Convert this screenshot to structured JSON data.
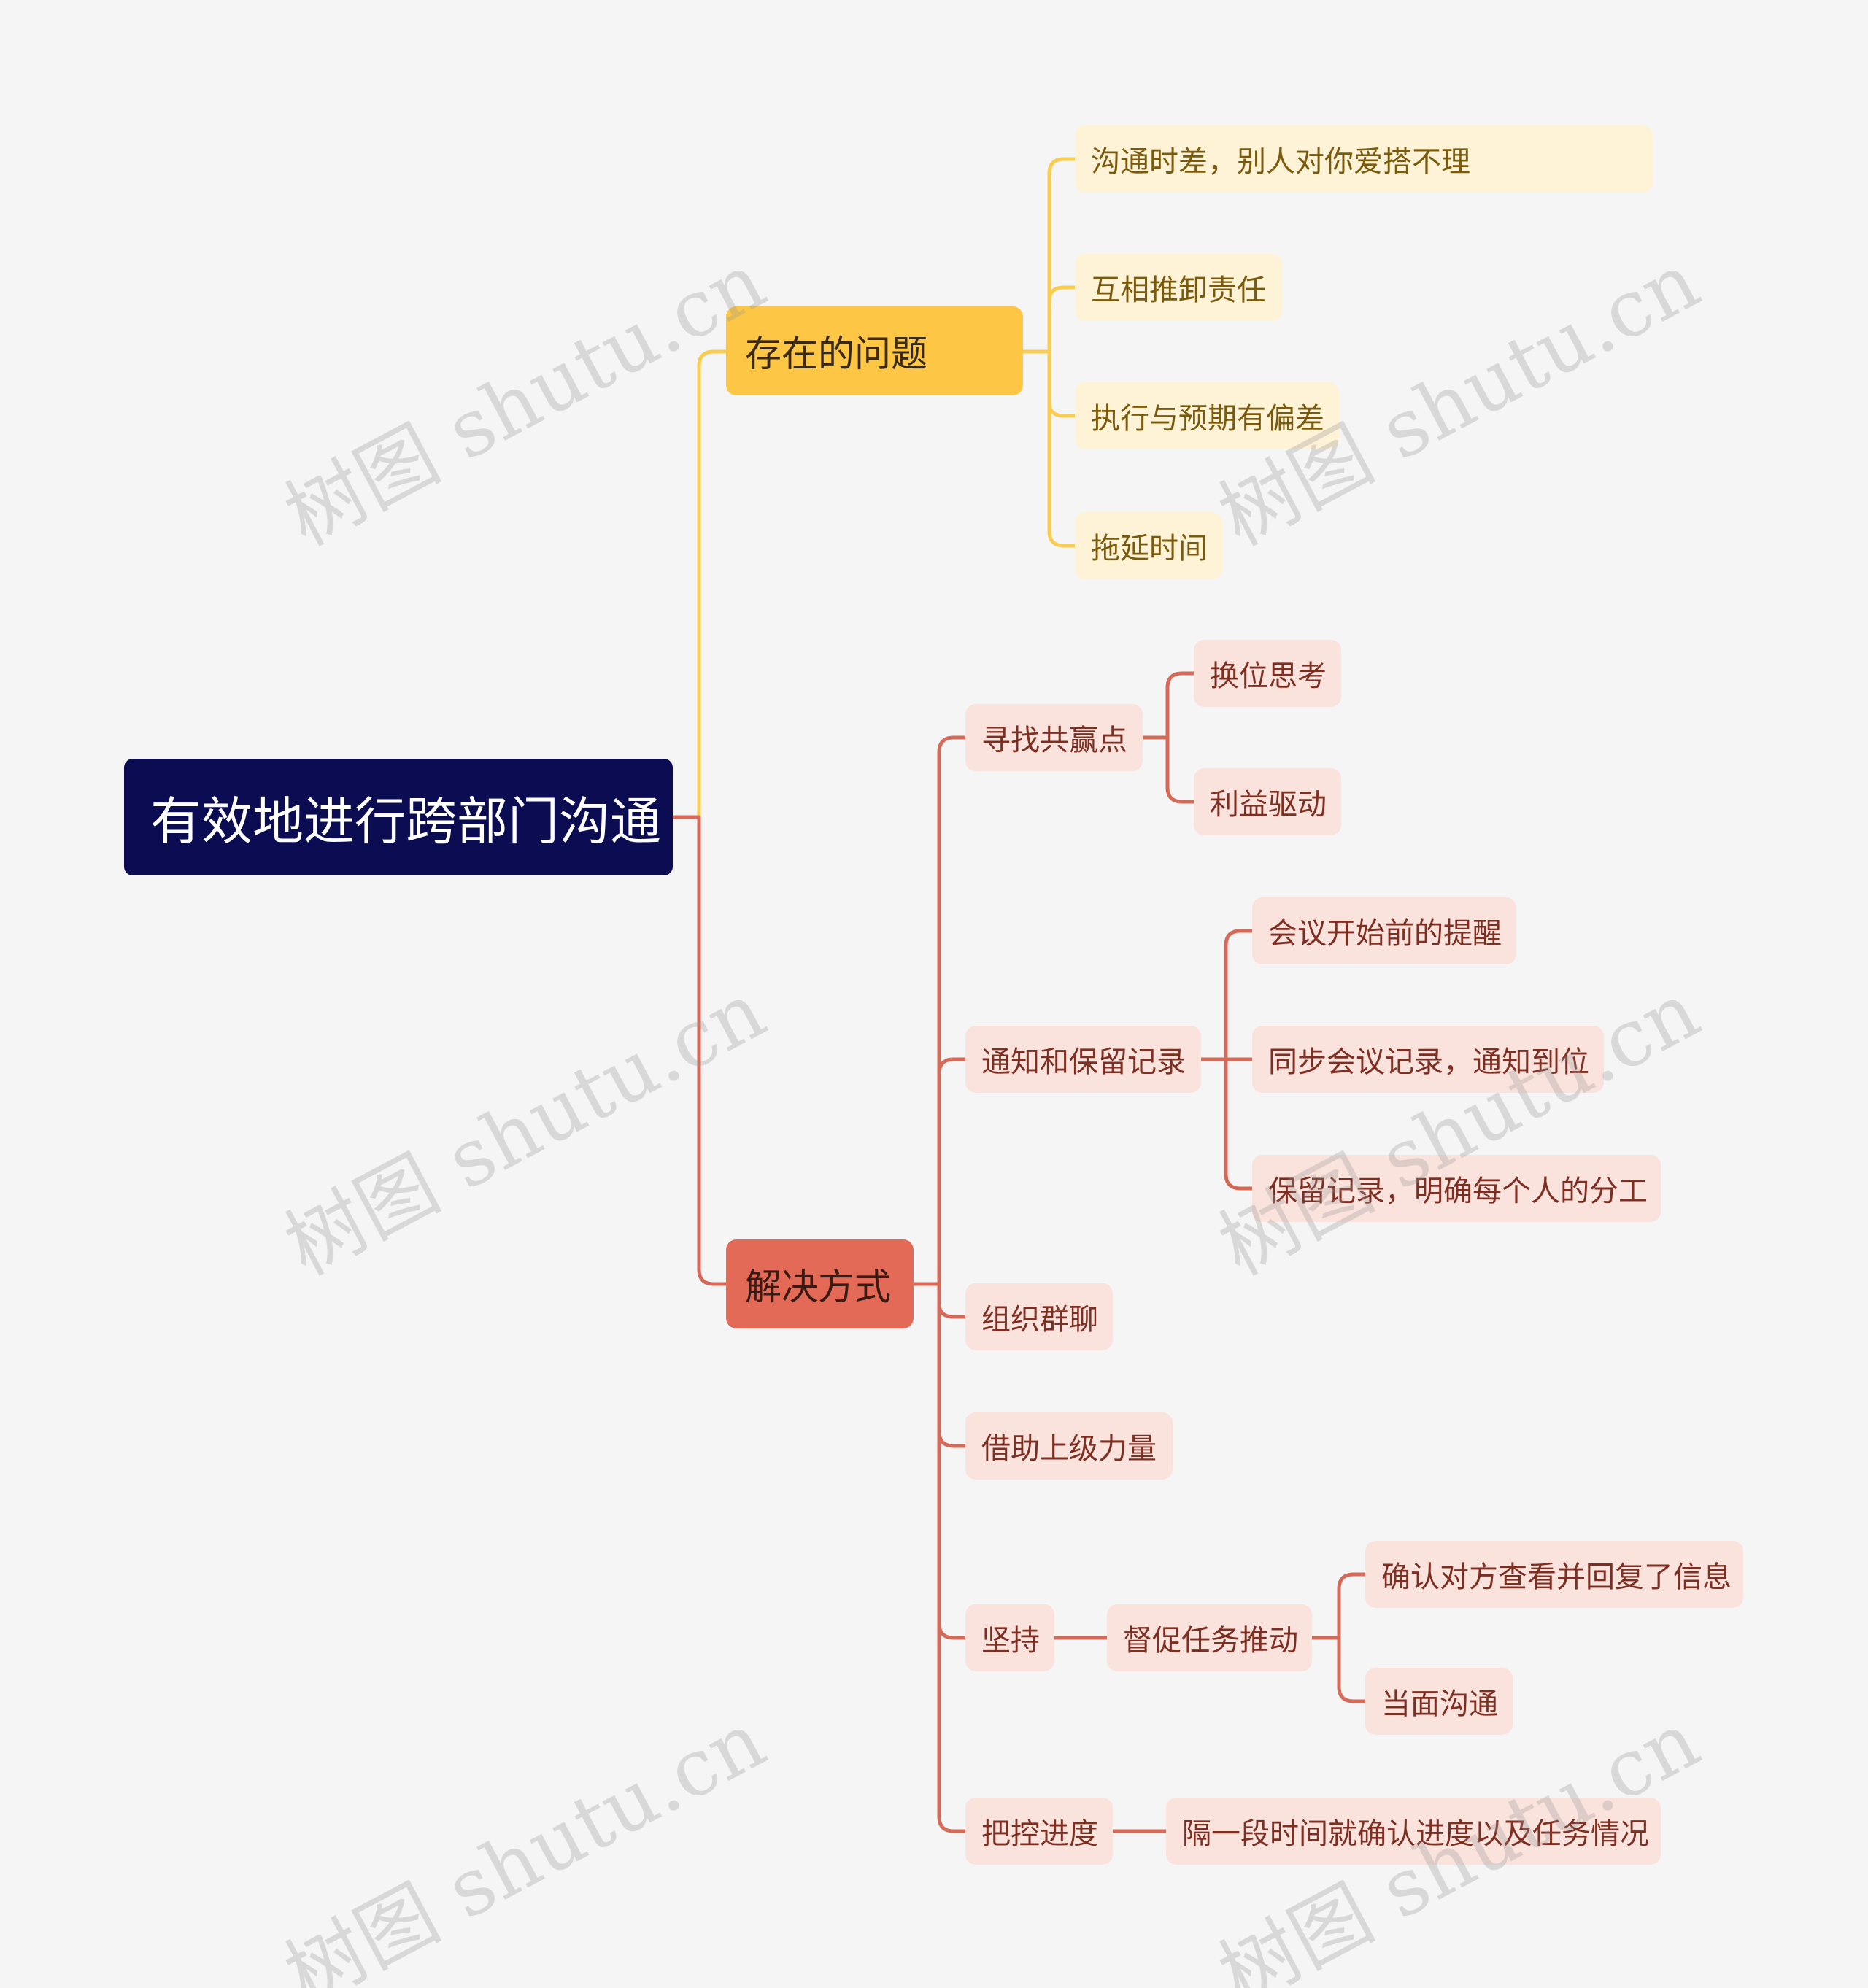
{
  "mindmap": {
    "root": "有效地进行跨部门沟通",
    "problems": {
      "label": "存在的问题",
      "items": [
        "沟通时差，别人对你爱搭不理",
        "互相推卸责任",
        "执行与预期有偏差",
        "拖延时间"
      ]
    },
    "solutions": {
      "label": "解决方式",
      "win_win": {
        "label": "寻找共赢点",
        "items": [
          "换位思考",
          "利益驱动"
        ]
      },
      "notify": {
        "label": "通知和保留记录",
        "items": [
          "会议开始前的提醒",
          "同步会议记录，通知到位",
          "保留记录，明确每个人的分工"
        ]
      },
      "group_chat": "组织群聊",
      "superior": "借助上级力量",
      "persist": {
        "label": "坚持",
        "push": {
          "label": "督促任务推动",
          "items": [
            "确认对方查看并回复了信息",
            "当面沟通"
          ]
        }
      },
      "progress": {
        "label": "把控进度",
        "items": [
          "隔一段时间就确认进度以及任务情况"
        ]
      }
    }
  },
  "colors": {
    "background": "#f5f5f5",
    "root_bg": "#0b0c52",
    "problems_color": "#fdc745",
    "problems_leaf_bg": "#fef3d6",
    "problems_leaf_text": "#7c5a0c",
    "solutions_color": "#e46a58",
    "solutions_leaf_bg": "#fbe3dd",
    "solutions_leaf_text": "#7e2f22",
    "solutions_line": "#d46a57"
  },
  "watermark": "树图 shutu.cn"
}
